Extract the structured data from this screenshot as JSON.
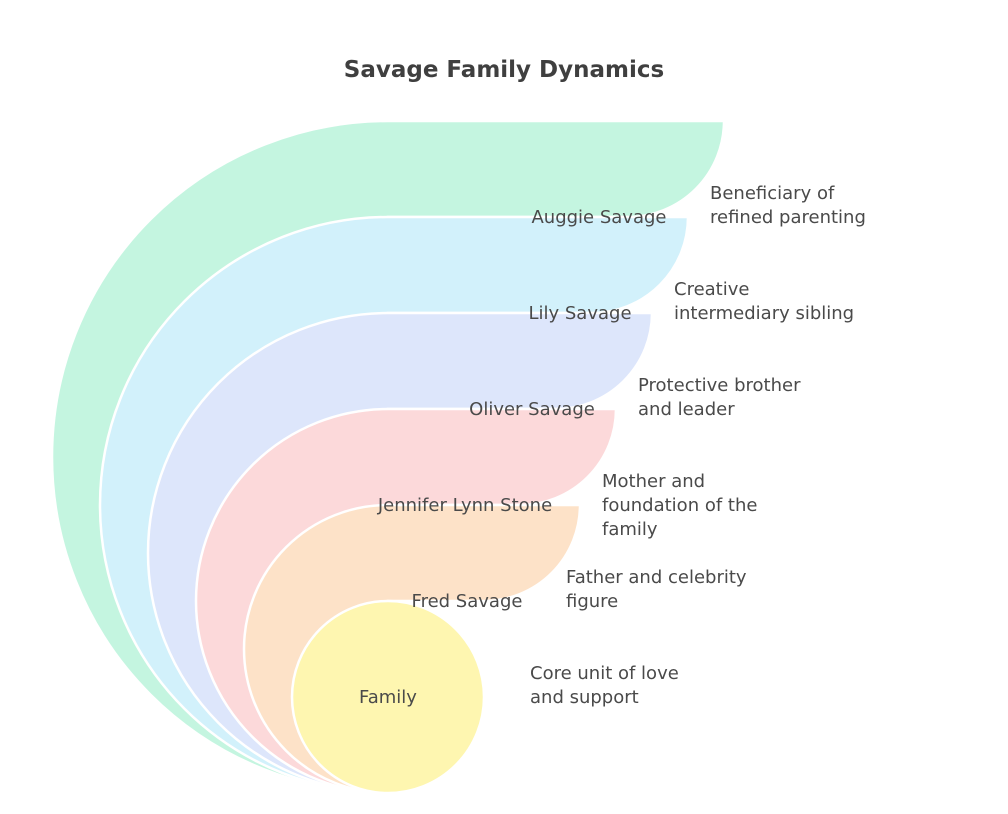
{
  "title": "Savage Family Dynamics",
  "layers": [
    {
      "label": "Family",
      "description": [
        "Core unit of love",
        "and support"
      ],
      "color": "#fef6b0"
    },
    {
      "label": "Fred Savage",
      "description": [
        "Father and celebrity",
        "figure"
      ],
      "color": "#fde2c8"
    },
    {
      "label": "Jennifer Lynn Stone",
      "description": [
        "Mother and",
        "foundation of the",
        "family"
      ],
      "color": "#fcd9da"
    },
    {
      "label": "Oliver Savage",
      "description": [
        "Protective brother",
        "and leader"
      ],
      "color": "#dde6fb"
    },
    {
      "label": "Lily Savage",
      "description": [
        "Creative",
        "intermediary sibling"
      ],
      "color": "#d2f1fb"
    },
    {
      "label": "Auggie Savage",
      "description": [
        "Beneficiary of",
        "refined parenting"
      ],
      "color": "#c4f5e0"
    }
  ]
}
